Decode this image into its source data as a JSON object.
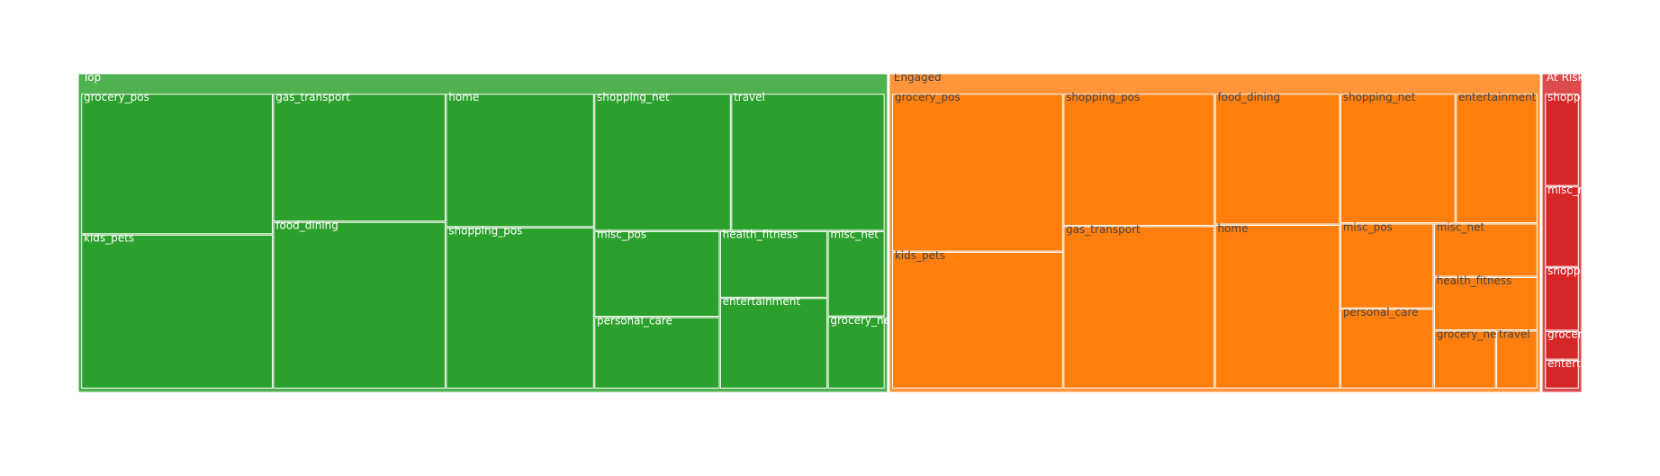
{
  "chart_data": {
    "type": "treemap",
    "groups": [
      {
        "name": "Top",
        "color": "#2ca02c",
        "header_color": "#4fb14f",
        "text_color": "#ffffff",
        "value": 100,
        "children": [
          {
            "name": "grocery_pos",
            "value": 10.5
          },
          {
            "name": "kids_pets",
            "value": 11.5
          },
          {
            "name": "gas_transport",
            "value": 8.6
          },
          {
            "name": "food_dining",
            "value": 11.2
          },
          {
            "name": "home",
            "value": 7.7
          },
          {
            "name": "shopping_pos",
            "value": 9.3
          },
          {
            "name": "shopping_net",
            "value": 7.3
          },
          {
            "name": "travel",
            "value": 8.2
          },
          {
            "name": "misc_pos",
            "value": 4.2
          },
          {
            "name": "personal_care",
            "value": 3.5
          },
          {
            "name": "health_fitness",
            "value": 2.8
          },
          {
            "name": "entertainment",
            "value": 3.8
          },
          {
            "name": "misc_net",
            "value": 1.9
          },
          {
            "name": "grocery_net",
            "value": 1.6
          }
        ]
      },
      {
        "name": "Engaged",
        "color": "#ff7f0e",
        "header_color": "#ff9538",
        "text_color": "#444444",
        "value": 80.5,
        "children": [
          {
            "name": "grocery_pos",
            "value": 11.2
          },
          {
            "name": "kids_pets",
            "value": 9.7
          },
          {
            "name": "shopping_pos",
            "value": 8.3
          },
          {
            "name": "gas_transport",
            "value": 10.2
          },
          {
            "name": "food_dining",
            "value": 6.8
          },
          {
            "name": "home",
            "value": 8.5
          },
          {
            "name": "shopping_net",
            "value": 6.2
          },
          {
            "name": "entertainment",
            "value": 4.4
          },
          {
            "name": "misc_pos",
            "value": 3.3
          },
          {
            "name": "personal_care",
            "value": 3.1
          },
          {
            "name": "misc_net",
            "value": 2.3
          },
          {
            "name": "health_fitness",
            "value": 2.3
          },
          {
            "name": "grocery_net",
            "value": 1.5
          },
          {
            "name": "travel",
            "value": 1.0
          }
        ]
      },
      {
        "name": "At Risk",
        "color": "#d62728",
        "header_color": "#de4b4c",
        "text_color": "#ffffff",
        "value": 5.1,
        "children": [
          {
            "name": "shopping_pos",
            "value": 1.6
          },
          {
            "name": "misc_net",
            "value": 1.4
          },
          {
            "name": "shopping_net",
            "value": 1.1
          },
          {
            "name": "grocery_net",
            "value": 0.5
          },
          {
            "name": "entertainment",
            "value": 0.5
          }
        ]
      }
    ]
  }
}
